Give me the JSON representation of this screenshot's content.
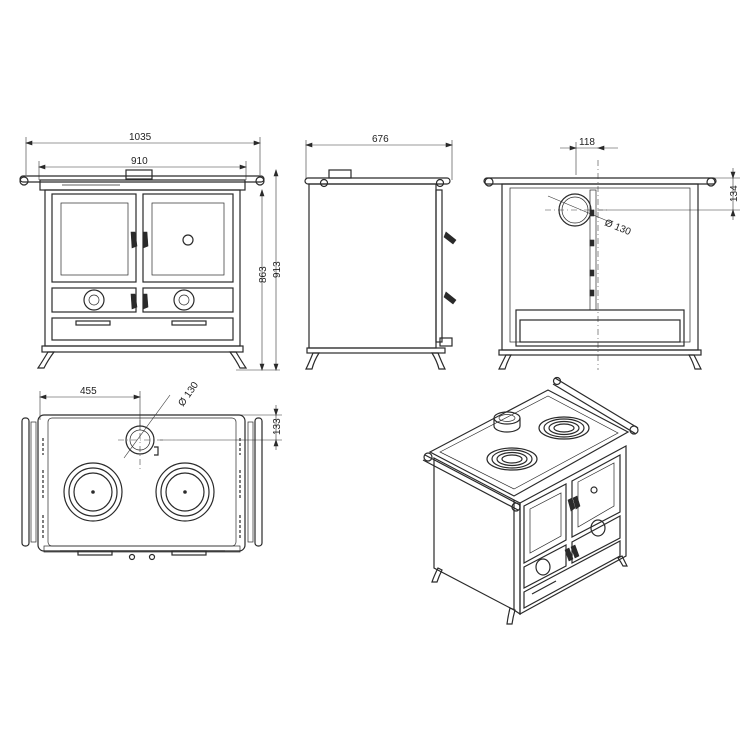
{
  "dimensions": {
    "front_total_width": "1035",
    "front_body_width": "910",
    "side_depth": "676",
    "flue_offset_side": "118",
    "flue_height_offset": "134",
    "total_height": "913",
    "body_height": "863",
    "top_flue_distance": "455",
    "top_flue_depth": "133",
    "flue_diameter_back": "Ø 130",
    "flue_diameter_top": "Ø 130"
  }
}
